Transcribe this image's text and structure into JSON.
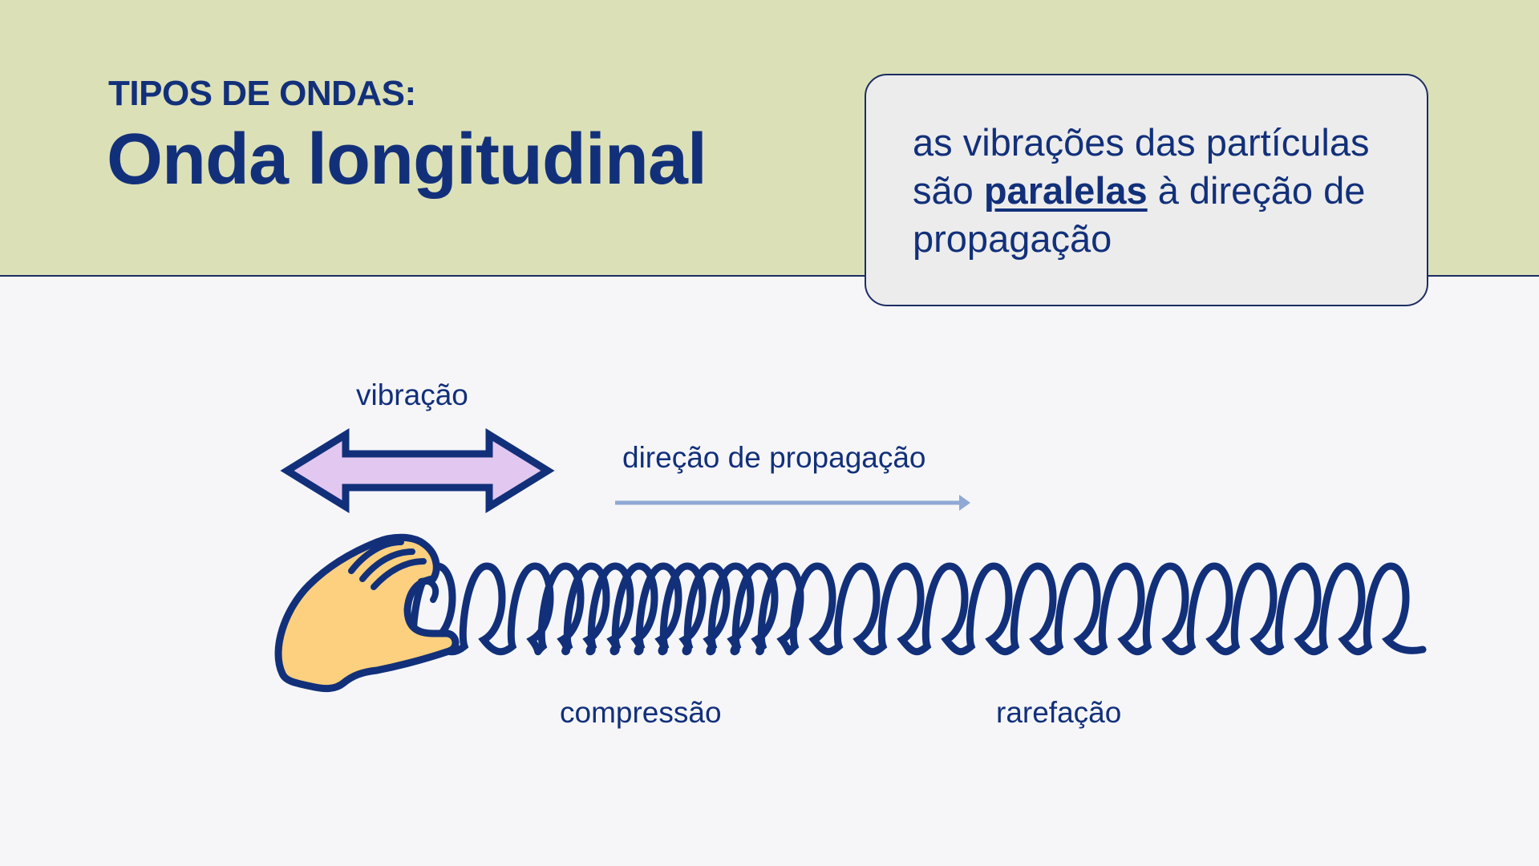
{
  "header": {
    "subtitle": "TIPOS DE ONDAS:",
    "title": "Onda longitudinal"
  },
  "callout": {
    "text_before": "as vibrações das partículas são ",
    "emphasis": "paralelas",
    "text_after": " à direção de propagação"
  },
  "diagram": {
    "vibration_label": "vibração",
    "propagation_label": "direção de propagação",
    "compression_label": "compressão",
    "rarefaction_label": "rarefação",
    "icons": [
      "double-arrow-icon",
      "propagation-arrow-icon",
      "hand-icon",
      "spring-icon"
    ]
  },
  "colors": {
    "header_bg": "#dce0b7",
    "page_bg": "#f6f6f9",
    "text_navy": "#12307a",
    "arrow_fill": "#e2c8f0",
    "propagation_arrow": "#8fa8d4",
    "hand_fill": "#fdd07f",
    "callout_bg": "#ececec"
  }
}
